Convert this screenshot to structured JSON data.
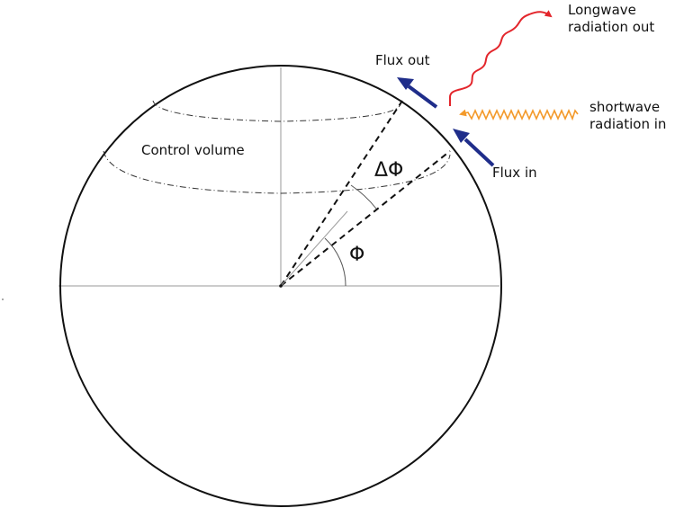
{
  "labels": {
    "longwave_line1": "Longwave",
    "longwave_line2": "radiation out",
    "flux_out": "Flux out",
    "shortwave_line1": "shortwave",
    "shortwave_line2": "radiation in",
    "flux_in": "Flux in",
    "control_volume": "Control volume",
    "delta_phi": "ΔΦ",
    "phi": "Φ"
  },
  "colors": {
    "flux_arrow": "#1f2d8a",
    "longwave": "#e3262c",
    "shortwave": "#f39a2b",
    "circle": "#111111",
    "axes": "#9a9a9a"
  }
}
